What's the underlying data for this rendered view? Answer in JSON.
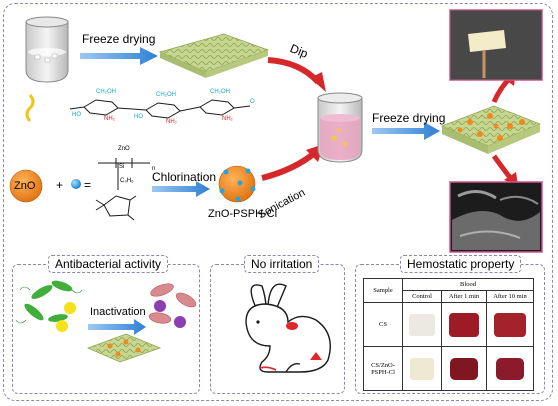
{
  "labels": {
    "freeze_drying_top": "Freeze drying",
    "dip": "Dip",
    "freeze_drying_mid": "Freeze drying",
    "zno": "ZnO",
    "plus": "+",
    "equals": "=",
    "chlorination": "Chlorination",
    "sonication": "Sonication",
    "zno_psph_cl": "ZnO-PSPH-Cl",
    "chitosan_oh1": "CH₂OH",
    "chitosan_oh2": "CH₂OH",
    "chitosan_oh3": "CH₂OH",
    "chitosan_nh2a": "NH₂",
    "chitosan_nh2b": "NH₂",
    "chitosan_nh2c": "NH₂",
    "ho_a": "HO",
    "ho_b": "HO",
    "o_label": "O",
    "monomer_zno": "ZnO",
    "monomer_si": "Si",
    "monomer_c3h6": "C₃H₆",
    "monomer_n": "n"
  },
  "panels": {
    "antibacterial": "Antibacterial activity",
    "inactivation": "Inactivation",
    "no_irritation": "No irritation",
    "hemostatic": "Hemostatic property"
  },
  "hemostatic_table": {
    "header_blood": "Blood",
    "header_sample": "Sample",
    "columns": [
      "Control",
      "After 1 min",
      "After 10 min"
    ],
    "rows": [
      "CS",
      "CS/ZnO-PSPH-Cl"
    ]
  },
  "colors": {
    "arrow_blue": "#2f7fd6",
    "arrow_red": "#d6282b",
    "zno_orange": "#f08a1f",
    "sponge_green": "#bccf86",
    "panel_border": "#8a86b8",
    "chitosan_text_cyan": "#17a7c4",
    "chitosan_text_red": "#e0262b"
  }
}
